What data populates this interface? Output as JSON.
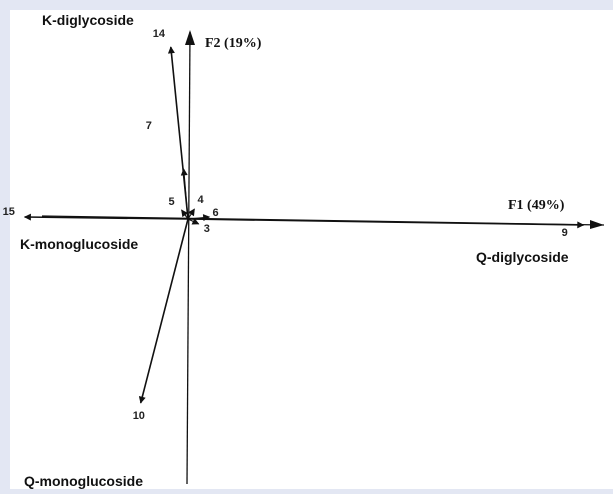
{
  "chart_data": {
    "type": "scatter",
    "subtype": "biplot-vectors",
    "axes": {
      "x": {
        "name": "F1",
        "label": "F1 (49%)",
        "variance_percent": 49
      },
      "y": {
        "name": "F2",
        "label": "F2 (19%)",
        "variance_percent": 19
      }
    },
    "xlim": [
      -1.0,
      1.0
    ],
    "ylim": [
      -1.0,
      1.0
    ],
    "grid": false,
    "legend": "none",
    "vectors": [
      {
        "id": "9",
        "x": 0.92,
        "y": -0.03
      },
      {
        "id": "14",
        "x": -0.04,
        "y": 0.86
      },
      {
        "id": "15",
        "x": -0.38,
        "y": 0.01
      },
      {
        "id": "10",
        "x": -0.11,
        "y": -0.92
      },
      {
        "id": "7",
        "x": -0.01,
        "y": 0.25
      },
      {
        "id": "5",
        "x": -0.015,
        "y": 0.045
      },
      {
        "id": "4",
        "x": 0.015,
        "y": 0.05
      },
      {
        "id": "6",
        "x": 0.05,
        "y": 0.01
      },
      {
        "id": "3",
        "x": 0.025,
        "y": -0.025
      }
    ],
    "group_labels": [
      {
        "text": "K-diglycoside",
        "near": "14"
      },
      {
        "text": "K-monoglucoside",
        "near": "15"
      },
      {
        "text": "Q-diglycoside",
        "near": "9"
      },
      {
        "text": "Q-monoglucoside",
        "near": "10"
      }
    ],
    "colors": {
      "background": "#e3e7f3",
      "plot_area": "#ffffff",
      "ink": "#111111"
    }
  }
}
